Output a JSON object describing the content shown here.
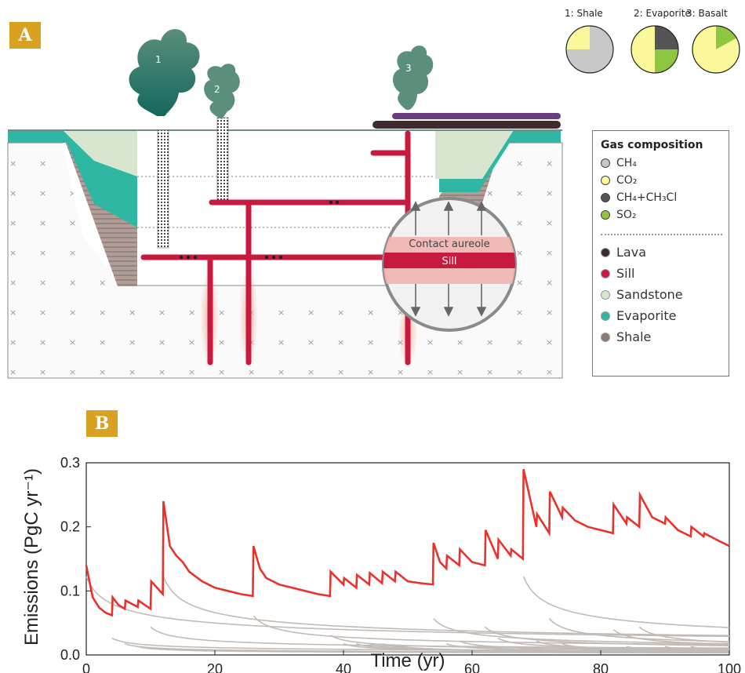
{
  "panel_a": {
    "badge": "A",
    "plumes": [
      "1",
      "2",
      "3"
    ],
    "aureole_label": "Contact aureole",
    "sill_label": "Sill",
    "pies": [
      {
        "label": "1: Shale",
        "slices": [
          {
            "gas": "CH4",
            "value": 0.75,
            "color": "#c8c8c8"
          },
          {
            "gas": "CO2",
            "value": 0.25,
            "color": "#fbf79b"
          }
        ]
      },
      {
        "label": "2: Evaporite",
        "slices": [
          {
            "gas": "CH4+CH3Cl",
            "value": 0.25,
            "color": "#545454"
          },
          {
            "gas": "SO2",
            "value": 0.25,
            "color": "#8dc63f"
          },
          {
            "gas": "CO2",
            "value": 0.5,
            "color": "#fbf79b"
          }
        ]
      },
      {
        "label": "3: Basalt",
        "slices": [
          {
            "gas": "SO2",
            "value": 0.17,
            "color": "#8dc63f"
          },
          {
            "gas": "CO2",
            "value": 0.83,
            "color": "#fbf79b"
          }
        ]
      }
    ],
    "legend": {
      "title": "Gas composition",
      "gases": [
        {
          "label": "CH₄",
          "color": "#c8c8c8"
        },
        {
          "label": "CO₂",
          "color": "#fbf79b"
        },
        {
          "label": "CH₄+CH₃Cl",
          "color": "#545454"
        },
        {
          "label": "SO₂",
          "color": "#8dc63f"
        }
      ],
      "rocks": [
        {
          "label": "Lava",
          "color": "#3f2a2d"
        },
        {
          "label": "Sill",
          "color": "#c8193f"
        },
        {
          "label": "Sandstone",
          "color": "#d8e5cf"
        },
        {
          "label": "Evaporite",
          "color": "#2fb7a4"
        },
        {
          "label": "Shale",
          "color": "#8a7a76"
        }
      ]
    }
  },
  "panel_b": {
    "badge": "B",
    "chart_data": {
      "type": "line",
      "xlabel": "Time (yr)",
      "ylabel": "Emissions (PgC yr⁻¹)",
      "xlim": [
        0,
        100
      ],
      "ylim": [
        0,
        0.3
      ],
      "xticks": [
        0,
        20,
        40,
        60,
        80,
        100
      ],
      "yticks": [
        "0.0",
        "0.1",
        "0.2",
        "0.3"
      ],
      "series": [
        {
          "color": "#e8322c",
          "points": [
            [
              0,
              0.14
            ],
            [
              1,
              0.09
            ],
            [
              2,
              0.074
            ],
            [
              3,
              0.066
            ],
            [
              4,
              0.062
            ],
            [
              4.1,
              0.09
            ],
            [
              5,
              0.078
            ],
            [
              6,
              0.072
            ],
            [
              6.1,
              0.085
            ],
            [
              8,
              0.075
            ],
            [
              8.1,
              0.085
            ],
            [
              10,
              0.072
            ],
            [
              10.1,
              0.115
            ],
            [
              11.9,
              0.095
            ],
            [
              12,
              0.24
            ],
            [
              13,
              0.17
            ],
            [
              14,
              0.155
            ],
            [
              15,
              0.145
            ],
            [
              16,
              0.13
            ],
            [
              18,
              0.115
            ],
            [
              20,
              0.105
            ],
            [
              22,
              0.1
            ],
            [
              24,
              0.095
            ],
            [
              25.9,
              0.092
            ],
            [
              26,
              0.17
            ],
            [
              27,
              0.135
            ],
            [
              28,
              0.12
            ],
            [
              30,
              0.11
            ],
            [
              32,
              0.105
            ],
            [
              34,
              0.1
            ],
            [
              36,
              0.095
            ],
            [
              37.9,
              0.092
            ],
            [
              38,
              0.13
            ],
            [
              40,
              0.11
            ],
            [
              40.1,
              0.12
            ],
            [
              42,
              0.105
            ],
            [
              42.1,
              0.125
            ],
            [
              44,
              0.11
            ],
            [
              44.1,
              0.128
            ],
            [
              46,
              0.112
            ],
            [
              46.1,
              0.13
            ],
            [
              48,
              0.115
            ],
            [
              48.1,
              0.13
            ],
            [
              50,
              0.115
            ],
            [
              52,
              0.112
            ],
            [
              53.9,
              0.11
            ],
            [
              54,
              0.175
            ],
            [
              55,
              0.145
            ],
            [
              56,
              0.135
            ],
            [
              56.1,
              0.155
            ],
            [
              58,
              0.14
            ],
            [
              58.1,
              0.165
            ],
            [
              60,
              0.145
            ],
            [
              62,
              0.14
            ],
            [
              62.1,
              0.195
            ],
            [
              64,
              0.15
            ],
            [
              64.1,
              0.18
            ],
            [
              66,
              0.155
            ],
            [
              66.1,
              0.165
            ],
            [
              67.9,
              0.15
            ],
            [
              68,
              0.29
            ],
            [
              70,
              0.2
            ],
            [
              70.1,
              0.22
            ],
            [
              72,
              0.19
            ],
            [
              72.1,
              0.255
            ],
            [
              74,
              0.215
            ],
            [
              74.1,
              0.23
            ],
            [
              76,
              0.21
            ],
            [
              78,
              0.2
            ],
            [
              80,
              0.195
            ],
            [
              81.9,
              0.19
            ],
            [
              82,
              0.235
            ],
            [
              84,
              0.205
            ],
            [
              84.1,
              0.215
            ],
            [
              86,
              0.2
            ],
            [
              86.1,
              0.25
            ],
            [
              88,
              0.215
            ],
            [
              90,
              0.205
            ],
            [
              90.1,
              0.215
            ],
            [
              92,
              0.195
            ],
            [
              94,
              0.185
            ],
            [
              94.1,
              0.2
            ],
            [
              96,
              0.185
            ],
            [
              96.1,
              0.19
            ],
            [
              98,
              0.18
            ],
            [
              100,
              0.17
            ]
          ]
        }
      ],
      "decay_starts": [
        [
          0,
          0.14
        ],
        [
          4,
          0.03
        ],
        [
          6,
          0.02
        ],
        [
          8,
          0.015
        ],
        [
          10,
          0.05
        ],
        [
          12,
          0.14
        ],
        [
          26,
          0.07
        ],
        [
          38,
          0.035
        ],
        [
          40,
          0.02
        ],
        [
          42,
          0.02
        ],
        [
          44,
          0.02
        ],
        [
          46,
          0.02
        ],
        [
          48,
          0.018
        ],
        [
          54,
          0.065
        ],
        [
          56,
          0.02
        ],
        [
          58,
          0.025
        ],
        [
          62,
          0.05
        ],
        [
          64,
          0.03
        ],
        [
          66,
          0.015
        ],
        [
          68,
          0.14
        ],
        [
          70,
          0.025
        ],
        [
          72,
          0.065
        ],
        [
          74,
          0.02
        ],
        [
          82,
          0.045
        ],
        [
          84,
          0.015
        ],
        [
          86,
          0.05
        ],
        [
          90,
          0.015
        ],
        [
          94,
          0.015
        ],
        [
          96,
          0.01
        ]
      ],
      "decay_color": "#c2bab5"
    }
  }
}
